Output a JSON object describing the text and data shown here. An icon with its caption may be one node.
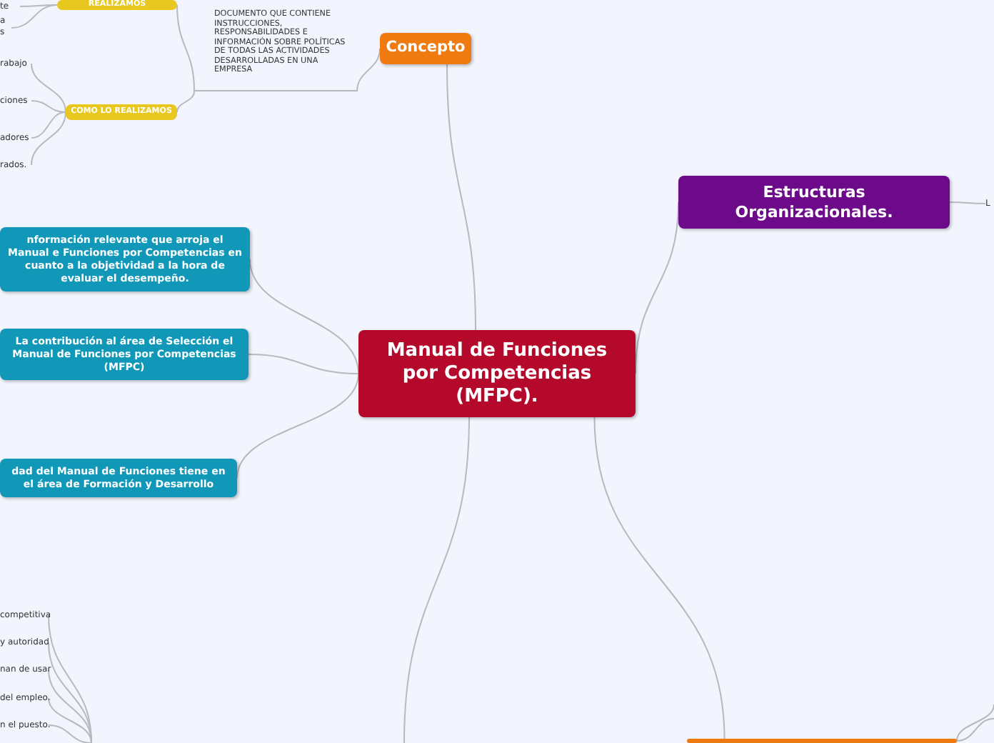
{
  "diagram": {
    "nodes": [
      {
        "text": [
          "Manual de Funciones por Competencias (MFPC)."
        ]
      },
      {
        "text": [
          "Concepto"
        ]
      },
      {
        "text": [
          "DOCUMENTO QUE CONTIENE INSTRUCCIONES, RESPONSABILIDADES E INFORMACIÓN SOBRE POLÍTICAS DE TODAS LAS ACTIVIDADES DESARROLLADAS EN UNA EMPRESA"
        ]
      },
      {
        "text": [
          "REALIZAMOS"
        ]
      },
      {
        "text": [
          "COMO LO REALIZAMOS"
        ]
      },
      {
        "text": [
          "te"
        ]
      },
      {
        "text": [
          "a s"
        ]
      },
      {
        "text": [
          "rabajo"
        ]
      },
      {
        "text": [
          "ciones"
        ]
      },
      {
        "text": [
          "adores"
        ]
      },
      {
        "text": [
          "rados."
        ]
      },
      {
        "text": [
          "nformación relevante que arroja el Manual e Funciones por Competencias en cuanto a la objetividad a la hora de evaluar el desempeño."
        ]
      },
      {
        "text": [
          "La contribución al área de Selección el Manual de Funciones por Competencias (MFPC)"
        ]
      },
      {
        "text": [
          "dad del Manual de Funciones tiene en el área de Formación y Desarrollo"
        ]
      },
      {
        "text": [
          "Estructuras Organizacionales."
        ]
      },
      {
        "text": [
          "L"
        ]
      },
      {
        "text": [
          "competitiva"
        ]
      },
      {
        "text": [
          "y autoridad"
        ]
      },
      {
        "text": [
          "nan de usar"
        ]
      },
      {
        "text": [
          "del empleo."
        ]
      },
      {
        "text": [
          "n el puesto."
        ]
      },
      {
        "text": [],
        "shape": "box"
      }
    ],
    "edges": [
      {
        "from": 0,
        "to": 1,
        "arrow": "none"
      },
      {
        "from": 1,
        "to": 2,
        "arrow": "none"
      },
      {
        "from": 2,
        "to": 3,
        "arrow": "none"
      },
      {
        "from": 2,
        "to": 4,
        "arrow": "none"
      },
      {
        "from": 3,
        "to": 5,
        "arrow": "none"
      },
      {
        "from": 3,
        "to": 6,
        "arrow": "none"
      },
      {
        "from": 4,
        "to": 7,
        "arrow": "none"
      },
      {
        "from": 4,
        "to": 8,
        "arrow": "none"
      },
      {
        "from": 4,
        "to": 9,
        "arrow": "none"
      },
      {
        "from": 4,
        "to": 10,
        "arrow": "none"
      },
      {
        "from": 0,
        "to": 11,
        "arrow": "none"
      },
      {
        "from": 0,
        "to": 12,
        "arrow": "none"
      },
      {
        "from": 0,
        "to": 13,
        "arrow": "none"
      },
      {
        "from": 0,
        "to": 14,
        "arrow": "none"
      },
      {
        "from": 14,
        "to": 15,
        "arrow": "none"
      },
      {
        "from": 0,
        "to": 21,
        "arrow": "none"
      },
      {
        "from": 0,
        "to": null,
        "arrow": "none"
      },
      {
        "from": null,
        "to": 16,
        "arrow": "none"
      },
      {
        "from": null,
        "to": 17,
        "arrow": "none"
      },
      {
        "from": null,
        "to": 18,
        "arrow": "none"
      },
      {
        "from": null,
        "to": 19,
        "arrow": "none"
      },
      {
        "from": null,
        "to": 20,
        "arrow": "none"
      },
      {
        "from": 21,
        "to": null,
        "arrow": "none"
      },
      {
        "from": 21,
        "to": null,
        "arrow": "none"
      }
    ]
  }
}
